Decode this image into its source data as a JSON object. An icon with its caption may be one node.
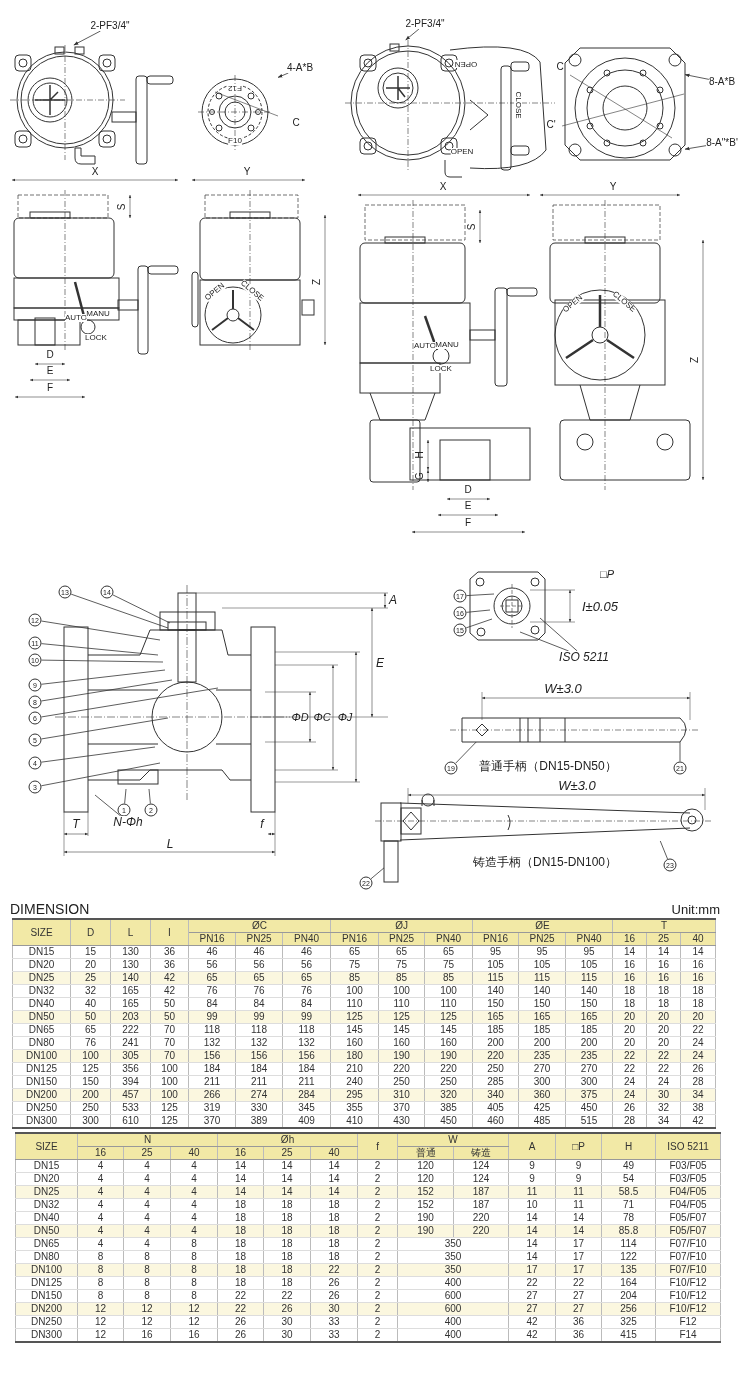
{
  "diagram": {
    "nodes": [
      {
        "text": [
          "2-PF3/4\""
        ]
      },
      {
        "text": [
          "4-A*B"
        ]
      },
      {
        "text": [
          "2-PF3/4\""
        ]
      },
      {
        "text": [
          "8-A*B"
        ]
      },
      {
        "text": [
          "8-A\"*B'"
        ]
      },
      {
        "text": [
          "13"
        ]
      },
      {
        "text": [
          "14"
        ]
      },
      {
        "text": [
          "12"
        ]
      },
      {
        "text": [
          "11"
        ]
      },
      {
        "text": [
          "10"
        ]
      },
      {
        "text": [
          "9"
        ]
      },
      {
        "text": [
          "8"
        ]
      },
      {
        "text": [
          "6"
        ]
      },
      {
        "text": [
          "5"
        ]
      },
      {
        "text": [
          "4"
        ]
      },
      {
        "text": [
          "3"
        ]
      },
      {
        "text": [
          "1"
        ]
      },
      {
        "text": [
          "2"
        ]
      },
      {
        "text": [
          "N-Φh"
        ]
      },
      {
        "text": [
          "17"
        ]
      },
      {
        "text": [
          "16"
        ]
      },
      {
        "text": [
          "15"
        ]
      },
      {
        "text": [
          "ISO 5211"
        ]
      },
      {
        "text": [
          "19"
        ]
      },
      {
        "text": [
          "21"
        ]
      },
      {
        "text": [
          "23"
        ]
      },
      {
        "text": [
          "22"
        ]
      },
      {
        "text": [],
        "shape": "picture"
      },
      {
        "text": [],
        "shape": "picture"
      },
      {
        "text": [],
        "shape": "picture"
      },
      {
        "text": [],
        "shape": "picture"
      },
      {
        "text": [],
        "shape": "picture"
      },
      {
        "text": [],
        "shape": "box"
      },
      {
        "text": [],
        "shape": "picture"
      }
    ],
    "edges": [
      {
        "from": 0,
        "to": 27,
        "arrow": "to"
      },
      {
        "from": 1,
        "to": 28,
        "arrow": "to"
      },
      {
        "from": 2,
        "to": 29,
        "arrow": "to"
      },
      {
        "from": 3,
        "to": 30,
        "arrow": "to"
      },
      {
        "from": 4,
        "to": 30,
        "arrow": "to"
      },
      {
        "from": 5,
        "to": null,
        "arrow": "none"
      },
      {
        "from": 6,
        "to": null,
        "arrow": "none"
      },
      {
        "from": 7,
        "to": null,
        "arrow": "none"
      },
      {
        "from": 8,
        "to": null,
        "arrow": "none"
      },
      {
        "from": 9,
        "to": null,
        "arrow": "none"
      },
      {
        "from": 10,
        "to": null,
        "arrow": "none"
      },
      {
        "from": 11,
        "to": null,
        "arrow": "none"
      },
      {
        "from": 12,
        "to": null,
        "arrow": "none"
      },
      {
        "from": 13,
        "to": null,
        "arrow": "none"
      },
      {
        "from": 14,
        "to": null,
        "arrow": "none"
      },
      {
        "from": 15,
        "to": null,
        "arrow": "none"
      },
      {
        "from": 16,
        "to": null,
        "arrow": "none"
      },
      {
        "from": 17,
        "to": null,
        "arrow": "none"
      },
      {
        "from": 18,
        "to": null,
        "arrow": "none"
      },
      {
        "from": 19,
        "to": null,
        "arrow": "none"
      },
      {
        "from": 20,
        "to": null,
        "arrow": "none"
      },
      {
        "from": 21,
        "to": null,
        "arrow": "none"
      },
      {
        "from": 22,
        "to": null,
        "arrow": "none"
      },
      {
        "from": 22,
        "to": null,
        "arrow": "none"
      },
      {
        "from": 23,
        "to": 31,
        "arrow": "none"
      },
      {
        "from": 24,
        "to": 31,
        "arrow": "none"
      },
      {
        "from": 25,
        "to": 33,
        "arrow": "none"
      },
      {
        "from": 26,
        "to": 32,
        "arrow": "none"
      }
    ],
    "labels": [
      "F12",
      "C",
      "F10",
      "OPEN",
      "CLOSE",
      "OPEN",
      "C",
      "C'",
      "X",
      "Y",
      "X",
      "Y",
      "S",
      "S",
      "Z",
      "OPEN",
      "CLOSE",
      "AUTO",
      "MANU",
      "LOCK",
      "AUTO",
      "MANU",
      "LOCK",
      "OPEN",
      "CLOSE",
      "D",
      "Z",
      "E",
      "F",
      "H",
      "G",
      "D",
      "E",
      "F",
      "□P",
      "A",
      "I±0.05",
      "E",
      "W±3.0",
      "ΦD",
      "ΦC",
      "ΦJ",
      "普通手柄（DN15-DN50）",
      "W±3.0",
      "T",
      "f",
      "L",
      "铸造手柄（DN15-DN100）",
      "DIMENSION",
      "Unit:mm",
      "SIZE",
      "D",
      "L",
      "I",
      "ØC",
      "ØJ",
      "ØE",
      "T",
      "PN16",
      "PN25",
      "PN40",
      "PN16",
      "PN25",
      "PN40",
      "PN16",
      "PN25",
      "PN40",
      "16",
      "25",
      "40",
      "DN15",
      "15",
      "130",
      "36",
      "46",
      "46",
      "46",
      "65",
      "65",
      "65",
      "95",
      "95",
      "95",
      "14",
      "14",
      "14",
      "DN20",
      "20",
      "130",
      "36",
      "56",
      "56",
      "56",
      "75",
      "75",
      "75",
      "105",
      "105",
      "105",
      "16",
      "16",
      "16",
      "DN25",
      "25",
      "140",
      "42",
      "65",
      "65",
      "65",
      "85",
      "85",
      "85",
      "115",
      "115",
      "115",
      "16",
      "16",
      "16",
      "DN32",
      "32",
      "165",
      "42",
      "76",
      "76",
      "76",
      "100",
      "100",
      "100",
      "140",
      "140",
      "140",
      "18",
      "18",
      "18",
      "DN40",
      "40",
      "165",
      "50",
      "84",
      "84",
      "84",
      "110",
      "110",
      "110",
      "150",
      "150",
      "150",
      "18",
      "18",
      "18",
      "DN50",
      "50",
      "203",
      "50",
      "99",
      "99",
      "99",
      "125",
      "125",
      "125",
      "165",
      "165",
      "165",
      "20",
      "20",
      "20",
      "DN65",
      "65",
      "222",
      "70",
      "118",
      "118",
      "118",
      "145",
      "145",
      "145",
      "185",
      "185",
      "185",
      "20",
      "20",
      "22",
      "DN80",
      "76",
      "241",
      "70",
      "132",
      "132",
      "132",
      "160",
      "160",
      "160",
      "200",
      "200",
      "200",
      "20",
      "20",
      "24",
      "DN100",
      "100",
      "305",
      "70",
      "156",
      "156",
      "156",
      "180",
      "190",
      "190",
      "220",
      "235",
      "235",
      "22",
      "22",
      "24",
      "DN125",
      "125",
      "356",
      "100",
      "184",
      "184",
      "184",
      "210",
      "220",
      "220",
      "250",
      "270",
      "270",
      "22",
      "22",
      "26",
      "DN150",
      "150",
      "394",
      "100",
      "211",
      "211",
      "211",
      "240",
      "250",
      "250",
      "285",
      "300",
      "300",
      "24",
      "24",
      "28",
      "DN200",
      "200",
      "457",
      "100",
      "266",
      "274",
      "284",
      "295",
      "310",
      "320",
      "340",
      "360",
      "375",
      "24",
      "30",
      "34",
      "DN250",
      "250",
      "533",
      "125",
      "319",
      "330",
      "345",
      "355",
      "370",
      "385",
      "405",
      "425",
      "450",
      "26",
      "32",
      "38",
      "DN300",
      "300",
      "610",
      "125",
      "370",
      "389",
      "409",
      "410",
      "430",
      "450",
      "460",
      "485",
      "515",
      "28",
      "34",
      "42",
      "SIZE",
      "N",
      "Øh",
      "f",
      "W",
      "A",
      "□P",
      "H",
      "ISO 5211",
      "16",
      "25",
      "40",
      "16",
      "25",
      "40",
      "普通",
      "铸造",
      "DN15",
      "4",
      "4",
      "4",
      "14",
      "14",
      "14",
      "2",
      "120",
      "124",
      "9",
      "9",
      "49",
      "F03/F05",
      "DN20",
      "4",
      "4",
      "4",
      "14",
      "14",
      "14",
      "2",
      "120",
      "124",
      "9",
      "9",
      "54",
      "F03/F05",
      "DN25",
      "4",
      "4",
      "4",
      "14",
      "14",
      "14",
      "2",
      "152",
      "187",
      "11",
      "11",
      "58.5",
      "F04/F05",
      "DN32",
      "4",
      "4",
      "4",
      "18",
      "18",
      "18",
      "2",
      "152",
      "187",
      "10",
      "11",
      "71",
      "F04/F05",
      "DN40",
      "4",
      "4",
      "4",
      "18",
      "18",
      "18",
      "2",
      "190",
      "220",
      "14",
      "14",
      "78",
      "F05/F07",
      "DN50",
      "4",
      "4",
      "4",
      "18",
      "18",
      "18",
      "2",
      "190",
      "220",
      "14",
      "14",
      "85.8",
      "F05/F07",
      "DN65",
      "4",
      "4",
      "8",
      "18",
      "18",
      "18",
      "2",
      "350",
      "14",
      "17",
      "114",
      "F07/F10",
      "DN80",
      "8",
      "8",
      "8",
      "18",
      "18",
      "18",
      "2",
      "350",
      "14",
      "17",
      "122",
      "F07/F10",
      "DN100",
      "8",
      "8",
      "8",
      "18",
      "18",
      "22",
      "2",
      "350",
      "17",
      "17",
      "135",
      "F07/F10",
      "DN125",
      "8",
      "8",
      "8",
      "18",
      "18",
      "26",
      "2",
      "400",
      "22",
      "22",
      "164",
      "F10/F12",
      "DN150",
      "8",
      "8",
      "8",
      "22",
      "22",
      "26",
      "2",
      "600",
      "27",
      "27",
      "204",
      "F10/F12",
      "DN200",
      "12",
      "12",
      "12",
      "22",
      "26",
      "30",
      "2",
      "600",
      "27",
      "27",
      "256",
      "F10/F12",
      "DN250",
      "12",
      "12",
      "12",
      "26",
      "30",
      "33",
      "2",
      "400",
      "42",
      "36",
      "325",
      "F12",
      "DN300",
      "12",
      "16",
      "16",
      "26",
      "30",
      "33",
      "2",
      "400",
      "42",
      "36",
      "415",
      "F14"
    ]
  }
}
